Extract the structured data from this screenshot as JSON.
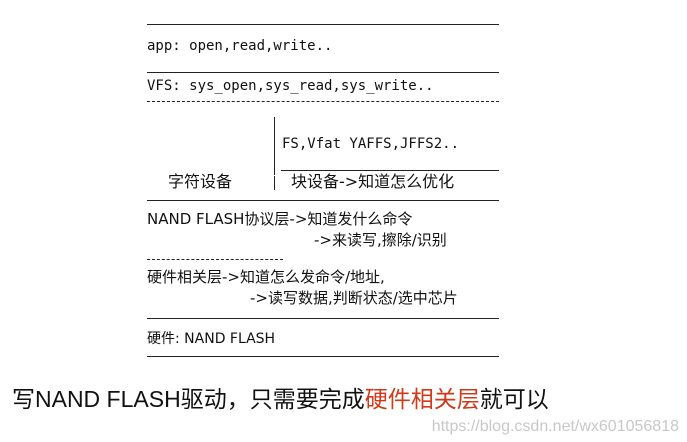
{
  "diagram": {
    "app_line": "app: open,read,write..",
    "vfs_line": "VFS: sys_open,sys_read,sys_write..",
    "fs_line": "FS,Vfat YAFFS,JFFS2..",
    "char_device_label": "字符设备",
    "block_device_line": "块设备->知道怎么优化",
    "nand_protocol_line1": "NAND FLASH协议层->知道发什么命令",
    "nand_protocol_line2": "->来读写,擦除/识别",
    "hardware_layer_line1": "硬件相关层->知道怎么发命令/地址,",
    "hardware_layer_line2": "->读写数据,判断状态/选中芯片",
    "hardware_line": "硬件: NAND FLASH"
  },
  "caption": {
    "part1": "写NAND FLASH驱动，只需要完成",
    "highlight": "硬件相关层",
    "part2": "就可以",
    "highlight_color": "#d03a1a"
  },
  "watermark": "https://blog.csdn.net/wx601056818"
}
